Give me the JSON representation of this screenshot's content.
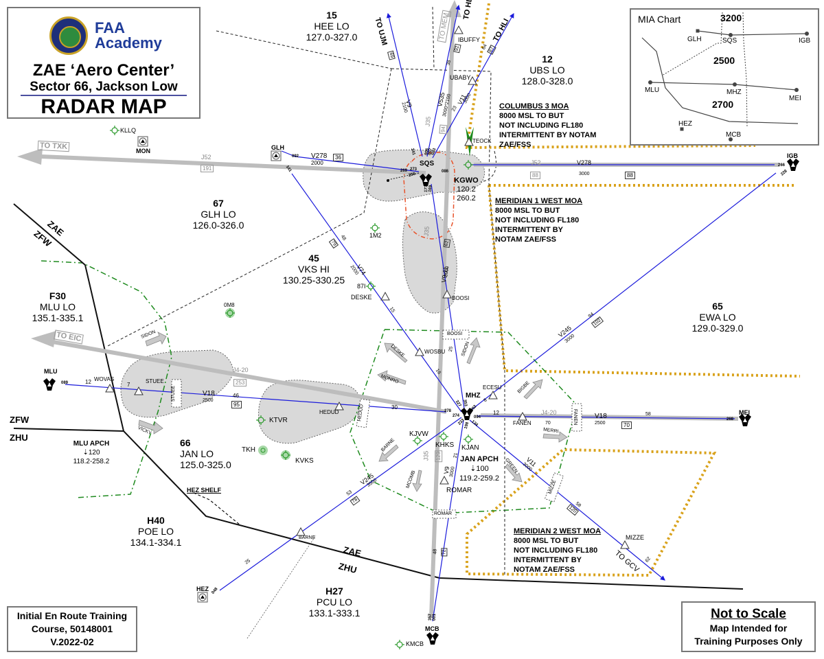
{
  "header": {
    "logo_line1": "FAA",
    "logo_line2": "Academy",
    "title": "ZAE ‘Aero Center’",
    "subtitle": "Sector 66, Jackson Low",
    "map_type": "RADAR MAP"
  },
  "mia_chart": {
    "title": "MIA Chart",
    "altitudes": [
      "3200",
      "2500",
      "2700"
    ],
    "points": [
      "GLH",
      "SQS",
      "IGB",
      "MLU",
      "MHZ",
      "MEI",
      "HEZ",
      "MCB"
    ]
  },
  "footer": {
    "course_line1": "Initial En Route Training",
    "course_line2": "Course, 50148001",
    "course_line3": "V.2022-02",
    "scale_title": "Not to Scale",
    "scale_line1": "Map Intended for",
    "scale_line2": "Training Purposes Only"
  },
  "sectors": [
    {
      "id": "15",
      "name": "HEE LO",
      "freq": "127.0-327.0"
    },
    {
      "id": "12",
      "name": "UBS LO",
      "freq": "128.0-328.0"
    },
    {
      "id": "67",
      "name": "GLH LO",
      "freq": "126.0-326.0"
    },
    {
      "id": "45",
      "name": "VKS HI",
      "freq": "130.25-330.25"
    },
    {
      "id": "F30",
      "name": "MLU LO",
      "freq": "135.1-335.1"
    },
    {
      "id": "65",
      "name": "EWA  LO",
      "freq": "129.0-329.0"
    },
    {
      "id": "66",
      "name": "JAN LO",
      "freq": "125.0-325.0"
    },
    {
      "id": "H40",
      "name": "POE LO",
      "freq": "134.1-334.1"
    },
    {
      "id": "H27",
      "name": "PCU LO",
      "freq": "133.1-333.1"
    }
  ],
  "approach": {
    "mlu": {
      "name": "MLU APCH",
      "alt": "120",
      "freq": "118.2-258.2"
    },
    "jan": {
      "name": "JAN APCH",
      "alt": "100",
      "freq": "119.2-259.2"
    },
    "kgwo": {
      "name": "KGWO",
      "freq1": "120.2",
      "freq2": "260.2"
    }
  },
  "moas": [
    {
      "name": "COLUMBUS 3 MOA",
      "l1": "8000 MSL TO BUT",
      "l2": "NOT INCLUDING FL180",
      "l3": "INTERMITTENT BY NOTAM",
      "l4": "ZAE/FSS"
    },
    {
      "name": "MERIDIAN 1 WEST MOA",
      "l1": "8000 MSL TO BUT",
      "l2": "NOT INCLUDING FL180",
      "l3": "INTERMITTENT BY",
      "l4": "NOTAM   ZAE/FSS"
    },
    {
      "name": "MERIDIAN 2 WEST MOA",
      "l1": "8000 MSL TO BUT",
      "l2": "NOT INCLUDING FL180",
      "l3": "INTERMITTENT BY",
      "l4": "NOTAM   ZAE/FSS"
    }
  ],
  "boundaries": {
    "zae": "ZAE",
    "zfw": "ZFW",
    "zhu": "ZHU",
    "hez_shelf": "HEZ SHELF"
  },
  "navaids": {
    "sqs": "SQS",
    "mhz": "MHZ",
    "mlu": "MLU",
    "mei": "MEI",
    "igb": "IGB",
    "mcb": "MCB",
    "glh": "GLH",
    "mon": "MON",
    "hez": "HEZ"
  },
  "airports": {
    "kllq": "KLLQ",
    "m1m2": "1M2",
    "om8": "0M8",
    "a871": "87I",
    "ktvr": "KTVR",
    "tkh": "TKH",
    "kvks": "KVKS",
    "kjvw": "KJVW",
    "khks": "KHKS",
    "kjan": "KJAN",
    "kmcb": "KMCB"
  },
  "fixes": {
    "ibuffy": "IBUFFY",
    "ubaby": "UBABY",
    "teock": "TEOCK",
    "deske": "DESKE",
    "boosi": "BOOSI",
    "wosbu": "WOSBU",
    "ecesu": "ECESU",
    "fanen": "FANEN",
    "wovas": "WOVAS",
    "stuee": "STUEE",
    "hedud": "HEDUD",
    "romar": "ROMAR",
    "barne": "BARNE",
    "mizze": "MIZZE"
  },
  "gates": {
    "boosi": "BOOSI",
    "stuee": "STUEE",
    "hedud": "HEDUD",
    "fanen": "FANEN",
    "mizze": "MIZZE",
    "romar": "ROMAR"
  },
  "arrows": {
    "sidon_w": "SIDON",
    "vicky": "VICKY",
    "deske": "DESKE",
    "monro": "MONRO",
    "sidon_c": "SIDON",
    "bigbe": "BIGBE",
    "merri": "MERRI",
    "green": "GREEN",
    "barne": "BARNE",
    "mcomb": "MCOMB"
  },
  "jets": {
    "to_txk": "TO TXK",
    "to_eic": "TO EIC",
    "to_mem": "TO MEM",
    "j52_w": "J52",
    "j52_w_mea": "191",
    "j52_e": "J52",
    "j52_e_mea": "88",
    "j4_20_w": "J4-20",
    "j4_20_w_mea": "253",
    "j4_20_e": "J4-20",
    "j35_n": "J35",
    "j35_c": "J35",
    "j35_s": "J35",
    "j35_s_mea": "129",
    "j35_n_mea": "94"
  },
  "airways": {
    "to_ujm": "TO UJM",
    "to_hli_1": "TO HLI",
    "to_hli_2": "TO HLI",
    "to_gcv": "TO GCV",
    "v9_n": "V9",
    "v9_n_alt": "2100",
    "v9_n_mea": "69",
    "v535": "V535",
    "v535_alt": "3000*2100",
    "v535_dist": "38",
    "v535_mea": "92",
    "v11_n": "V11",
    "v11_n_alt": "3000",
    "v11_n_dist": "23",
    "v11_n_dist2": "64",
    "v11_n_mea": "87",
    "v278_w": "V278",
    "v278_w_alt": "2000",
    "v278_w_mea": "36",
    "v278_e": "V278",
    "v278_e_alt": "3000",
    "v278_e_mea": "88",
    "v74": "V74",
    "v74_alt": "2000",
    "v74_dist": "48",
    "v74_mea": "79",
    "v74_dist2": "15",
    "v74_dist3": "16",
    "v9_11": "V9-11",
    "v9_11_alt": "3000",
    "v9_11_mea": "62",
    "v9_11_dist": "25",
    "v245_ne": "V245",
    "v245_ne_alt": "3000",
    "v245_ne_dist": "94",
    "v245_ne_mea": "102",
    "v245_ne_dist2": "8",
    "v18_w": "V18",
    "v18_w_alt": "2500",
    "v18_w_dist": "46",
    "v18_w_mea": "95",
    "v18_w_dist2": "12",
    "v18_w_dist3": "7",
    "v18_w_dist4": "30",
    "v18_e": "V18",
    "v18_e_alt": "2500",
    "v18_e_mea": "70",
    "v18_e_dist": "58",
    "v18_e_dist2": "12",
    "v18_e_dist3": "70",
    "v245_sw": "V245",
    "v245_sw_alt": "3500",
    "v245_sw_dist": "53",
    "v245_sw_mea": "78",
    "v245_sw_dist2": "25",
    "v9_s": "V9",
    "v9_s_alt": "3000",
    "v9_s_dist": "21",
    "v9_s_dist2": "48",
    "v9_s_mea": "72",
    "v11_s": "V11",
    "v11_s_alt": "3000",
    "v11_s_dist": "58",
    "v11_s_mea": "120",
    "v11_s_dist2": "62"
  },
  "radials": {
    "sqs_341": "341",
    "sqs_006": "006",
    "sqs_007": "007",
    "sqs_023": "023",
    "sqs_269": "269",
    "sqs_273": "273",
    "sqs_256": "256",
    "sqs_086": "086",
    "sqs_177": "177",
    "sqs_169": "169",
    "glh_092": "092",
    "glh_141": "141",
    "igb_266": "266",
    "igb_228": "228",
    "mlu_089": "089",
    "mei_268": "268",
    "hez_048": "048",
    "mcb_357": "357",
    "mcb_001": "001",
    "mhz_327": "327",
    "mhz_353": "353",
    "mhz_052": "052",
    "mhz_278": "278",
    "mhz_274": "274",
    "mhz_094": "094",
    "mhz_233": "233",
    "mhz_198": "198",
    "mhz_134": "134"
  },
  "colors": {
    "airway": "#1a1adb",
    "jet": "#bdbdbd",
    "moa": "#d9a21b",
    "sector_boundary": "#1e8a1e",
    "restricted": "#e8522a",
    "shelf_fill": "#d9d9d9"
  }
}
